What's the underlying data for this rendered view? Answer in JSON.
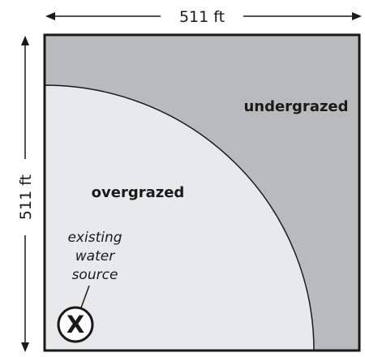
{
  "dimension_width": "511 ft",
  "dimension_height": "511 ft",
  "region_undergrazed": "undergrazed",
  "region_overgrazed": "overgrazed",
  "water_source_label": [
    "existing",
    "water",
    "source"
  ],
  "water_source_marker": "X",
  "colors": {
    "pasture_fill": "#b9babc",
    "overgrazed_fill": "#e8e9eb",
    "outline": "#1a1a1a",
    "text": "#1a1a1a"
  },
  "icons": {
    "water_source": "circled-x-icon",
    "dimension_arrows": "double-headed-arrow-icon"
  }
}
